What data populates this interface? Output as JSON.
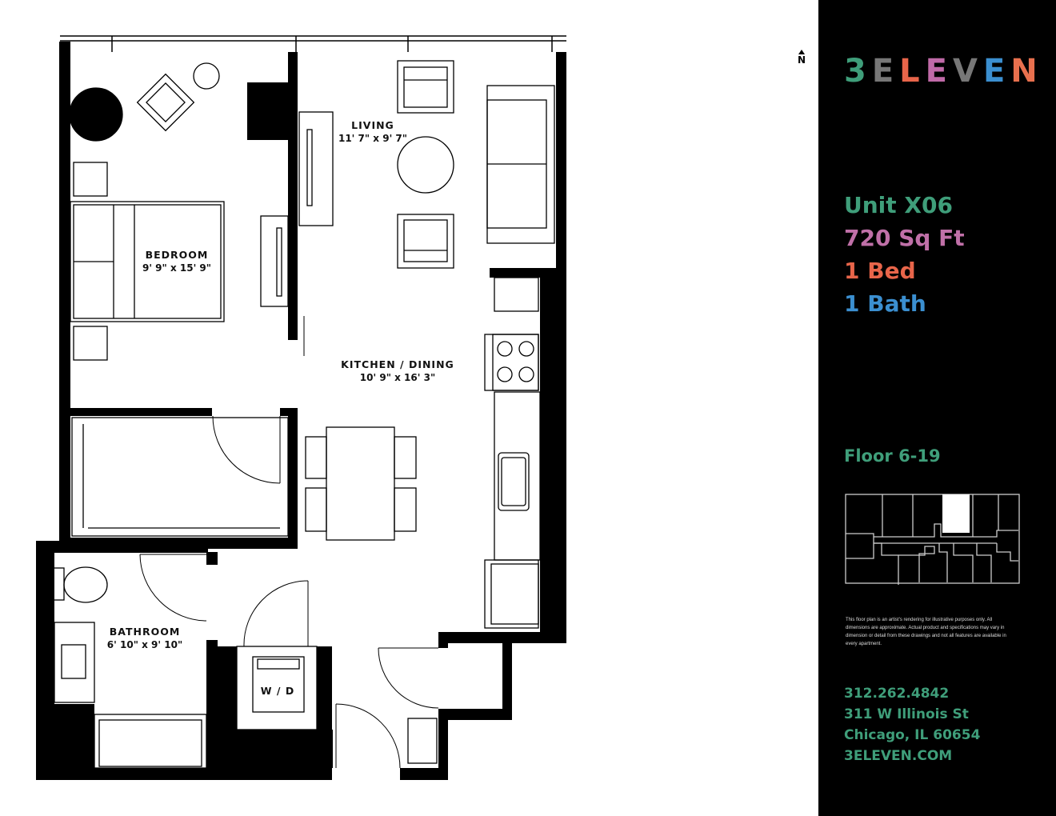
{
  "rooms": {
    "living": {
      "label": "LIVING",
      "dims": "11' 7\"  x 9' 7\""
    },
    "bedroom": {
      "label": "BEDROOM",
      "dims": "9' 9\"  x 15' 9\""
    },
    "kitchen": {
      "label": "KITCHEN / DINING",
      "dims": "10' 9\"  x 16' 3\""
    },
    "bathroom": {
      "label": "BATHROOM",
      "dims": "6' 10\"  x 9' 10\""
    },
    "wd": {
      "label": "W / D"
    }
  },
  "compass": {
    "label": "N",
    "icon": "north-arrow-icon"
  },
  "brand": {
    "letters": [
      "3",
      "E",
      "L",
      "E",
      "V",
      "E",
      "N"
    ],
    "letter_colors": [
      "#3f9e7a",
      "#777777",
      "#e8654a",
      "#c06aa8",
      "#777777",
      "#3b8fd0",
      "#e8704e"
    ]
  },
  "unit": {
    "name": "Unit X06",
    "name_color": "#3f9e7a",
    "area": "720 Sq Ft",
    "area_color": "#c070a8",
    "beds": "1 Bed",
    "beds_color": "#e8654a",
    "baths": "1 Bath",
    "baths_color": "#3b8fd0"
  },
  "floor": "Floor 6-19",
  "disclaimer": "This floor plan is an artist's rendering for illustrative purposes only. All dimensions are approximate. Actual product and specifications may vary in dimension or detail from these drawings and not all features are available in every apartment.",
  "contact": {
    "phone": "312.262.4842",
    "address1": "311 W Illinois St",
    "address2": "Chicago, IL 60654",
    "website": "3ELEVEN.COM"
  }
}
